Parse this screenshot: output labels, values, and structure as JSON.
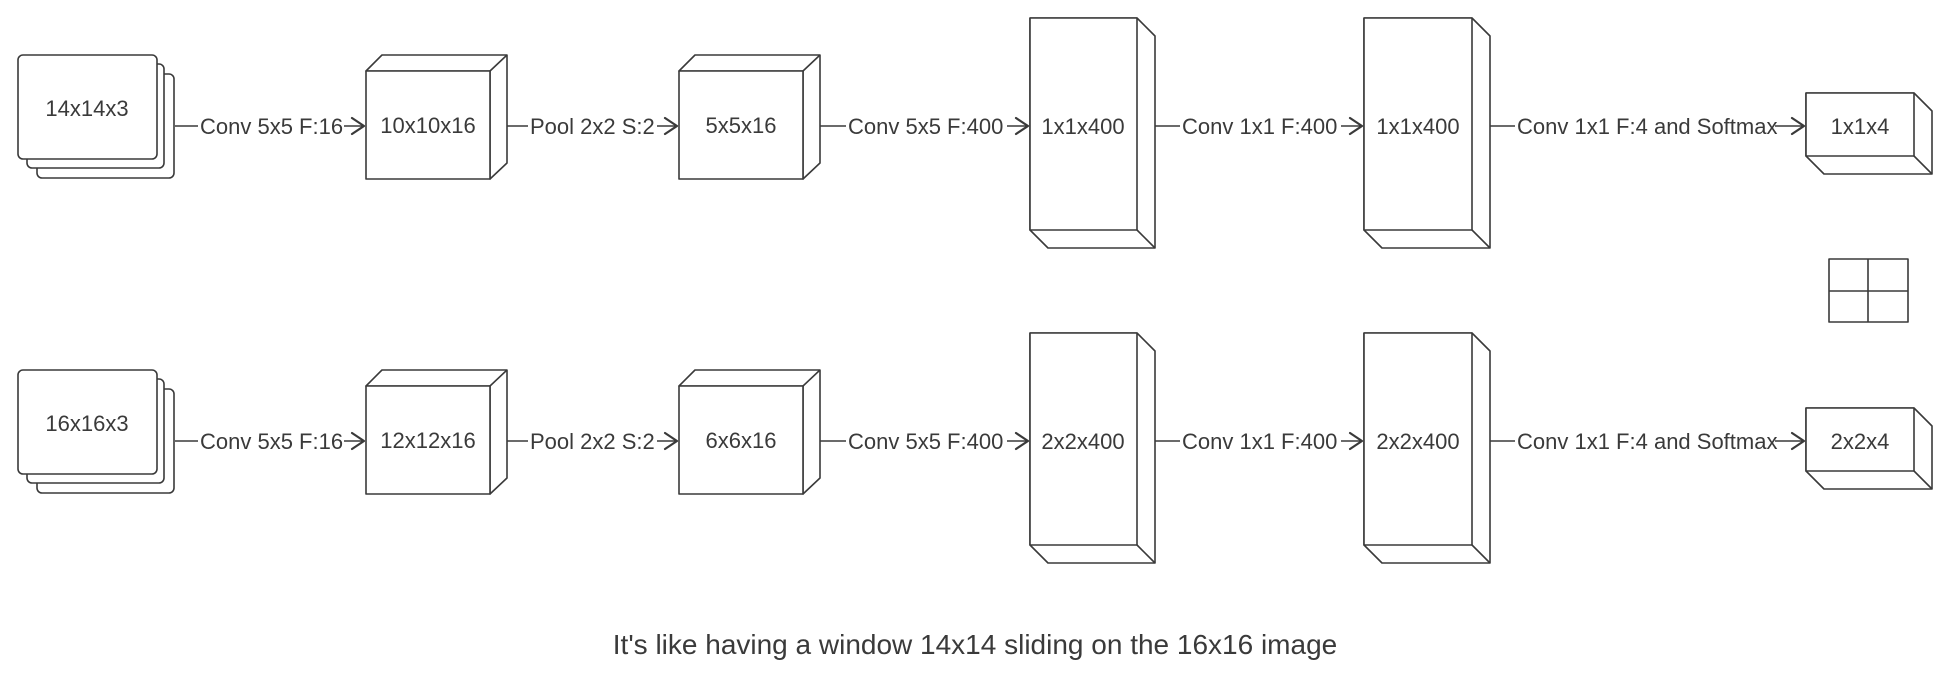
{
  "row1": {
    "input": "14x14x3",
    "op1": "Conv 5x5 F:16",
    "t1": "10x10x16",
    "op2": "Pool 2x2 S:2",
    "t2": "5x5x16",
    "op3": "Conv 5x5 F:400",
    "t3": "1x1x400",
    "op4": "Conv 1x1 F:400",
    "t4": "1x1x400",
    "op5": "Conv 1x1 F:4 and Softmax",
    "out": "1x1x4"
  },
  "row2": {
    "input": "16x16x3",
    "op1": "Conv 5x5 F:16",
    "t1": "12x12x16",
    "op2": "Pool 2x2 S:2",
    "t2": "6x6x16",
    "op3": "Conv 5x5 F:400",
    "t3": "2x2x400",
    "op4": "Conv 1x1 F:400",
    "t4": "2x2x400",
    "op5": "Conv 1x1 F:4 and Softmax",
    "out": "2x2x4"
  },
  "caption": "It's like having a window 14x14 sliding on the 16x16 image"
}
